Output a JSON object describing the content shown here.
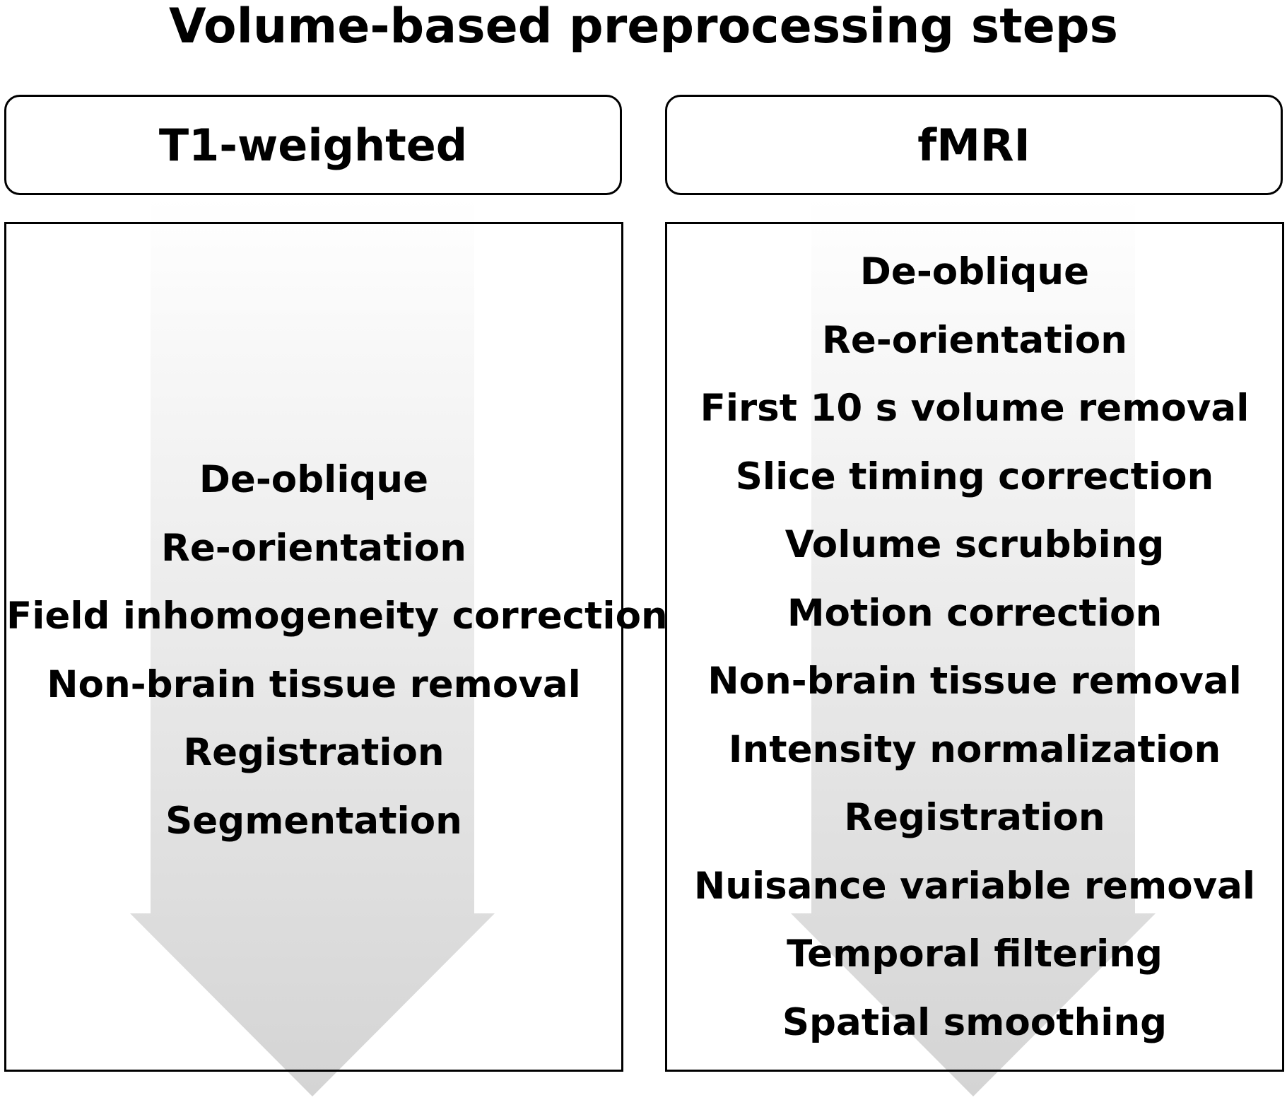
{
  "title": "Volume-based preprocessing steps",
  "panels": [
    {
      "header": "T1-weighted",
      "steps": [
        "De-oblique",
        "Re-orientation",
        "Field inhomogeneity correction",
        "Non-brain tissue removal",
        "Registration",
        "Segmentation"
      ]
    },
    {
      "header": "fMRI",
      "steps": [
        "De-oblique",
        "Re-orientation",
        "First 10 s volume removal",
        "Slice timing correction",
        "Volume scrubbing",
        "Motion correction",
        "Non-brain tissue removal",
        "Intensity normalization",
        "Registration",
        "Nuisance variable removal",
        "Temporal filtering",
        "Spatial smoothing"
      ]
    }
  ],
  "colors": {
    "arrow_light": "#ffffff",
    "arrow_dark": "#d4d4d4",
    "border": "#000000",
    "text": "#000000"
  },
  "icons": {
    "flow_arrow": "down-arrow-icon"
  }
}
